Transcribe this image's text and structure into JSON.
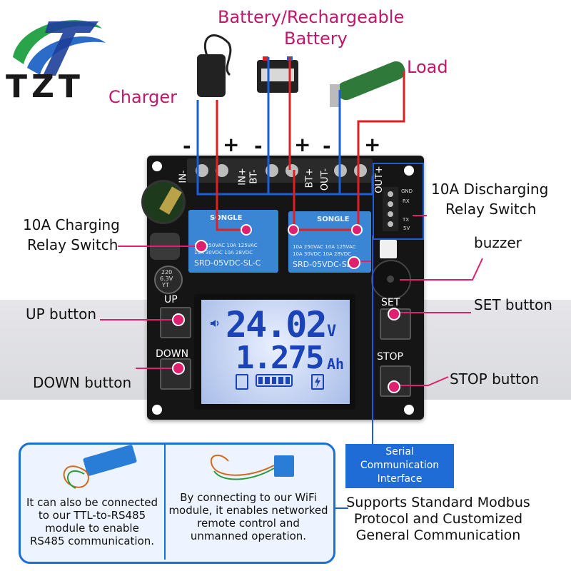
{
  "brand": {
    "logo_text": "TZT"
  },
  "colors": {
    "pink": "#c0186a",
    "pink_line": "#e0206e",
    "wire_red": "#e02020",
    "wire_blue": "#1a5fd8",
    "board": "#151515",
    "lcd": "#b9c9ee",
    "lcd_text": "#1a43b8",
    "relay": "#3b86d4"
  },
  "top": {
    "battery_label_line1": "Battery/Rechargeable",
    "battery_label_line2": "Battery",
    "load_label": "Load",
    "charger_label": "Charger"
  },
  "terminals": {
    "polarity": [
      "-",
      "+",
      "-",
      "+",
      "-",
      "+"
    ],
    "pin_labels": [
      "IN-",
      "IN+",
      "BT-",
      "BT+",
      "OUT-",
      "OUT+"
    ]
  },
  "callouts": {
    "charging_relay_line1": "10A Charging",
    "charging_relay_line2": "Relay Switch",
    "discharging_relay_line1": "10A Discharging",
    "discharging_relay_line2": "Relay Switch",
    "buzzer": "buzzer",
    "up_button": "UP button",
    "down_button": "DOWN button",
    "set_button": "SET button",
    "stop_button": "STOP button"
  },
  "board": {
    "up_label": "UP",
    "down_label": "DOWN",
    "set_label": "SET",
    "stop_label": "STOP",
    "relay_brand": "SONGLE",
    "relay_model_left": "SRD-05VDC-SL-C",
    "relay_model_right": "SRD-05VDC-SL-C",
    "relay_spec": [
      "10A 250VAC  10A 125VAC",
      "10A 30VDC   10A 28VDC"
    ],
    "cap_label": [
      "220",
      "6.3V",
      "YT"
    ],
    "header_labels": [
      "GND",
      "RX",
      "TX",
      "5V"
    ]
  },
  "lcd": {
    "voltage": "24.02",
    "voltage_unit": "V",
    "capacity": "1.275",
    "capacity_unit": "Ah"
  },
  "serial": {
    "line1": "Serial",
    "line2": "Communication",
    "line3": "Interface"
  },
  "modbus": {
    "line1": "Supports Standard Modbus",
    "line2": "Protocol and Customized",
    "line3": "General Communication"
  },
  "cards": {
    "rs485": [
      "It can also be connected",
      "to our TTL-to-RS485",
      "module to enable",
      "RS485 communication."
    ],
    "wifi": [
      "By connecting to our WiFi",
      "module, it enables networked",
      "remote control and",
      "unmanned operation."
    ]
  }
}
